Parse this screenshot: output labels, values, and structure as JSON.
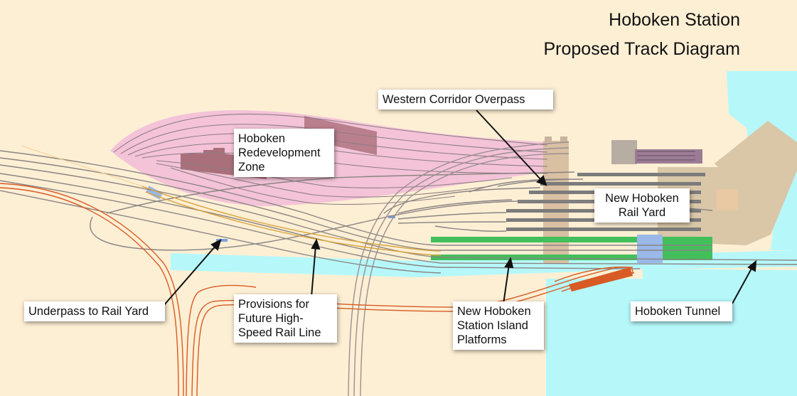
{
  "title": {
    "line1": "Hoboken Station",
    "line2": "Proposed Track Diagram"
  },
  "labels": {
    "western_corridor": "Western Corridor Overpass",
    "redevelopment_zone": "Hoboken\nRedevelopment\nZone",
    "rail_yard": "New Hoboken\nRail Yard",
    "underpass": "Underpass to Rail Yard",
    "high_speed": "Provisions for\nFuture High-\nSpeed Rail Line",
    "island_platforms": "New Hoboken\nStation Island\nPlatforms",
    "tunnel": "Hoboken Tunnel"
  },
  "colors": {
    "land": "#fdefd4",
    "water": "#b6f8fa",
    "redevelopment_zone": "#f4c3d8",
    "track": "#8a8483",
    "rail_yard_tracks": "#7b7b7b",
    "high_speed_line": "#d9a23a",
    "light_rail": "#d85a24",
    "island_platforms": "#42bf5b",
    "underpass": "#9ab8e8",
    "terminal": "#d9c7a8"
  }
}
